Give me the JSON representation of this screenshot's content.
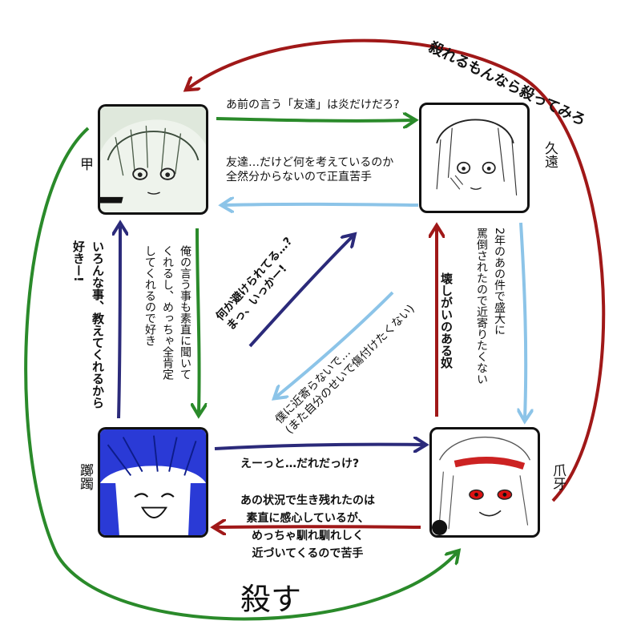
{
  "characters": {
    "kou": {
      "name": "甲"
    },
    "kuon": {
      "name": "久遠"
    },
    "sousa": {
      "name": "爪牙"
    },
    "tekichoku": {
      "name": "躑躅"
    }
  },
  "relations": {
    "sousa_to_kou_title": "殺れるもんなら殺ってみろ",
    "kou_to_kuon": "あ前の言う「友達」は炎だけだろ?",
    "kuon_to_kou": "友達…だけど何を考えているのか\n全然分からないので正直苦手",
    "kuon_to_sousa": "2年のあの件で盛大に\n罵倒されたので近寄りたくない",
    "kou_to_tekichoku": "俺の言う事も素直に聞いて\nくれるし、めっちゃ全肯定\nしてくれるので好き",
    "tekichoku_to_kou": "いろんな事、教えてくれるから\n好きー!",
    "tekichoku_to_kuon": "何か避けられてる…?\nまっ、いっかー!",
    "kuon_to_tekichoku": "僕に近寄らないで…\n(また自分のせいで傷付けたくない)",
    "sousa_to_kuon": "壊しがいのある奴",
    "tekichoku_to_sousa": "えーっと…だれだっけ?",
    "sousa_to_tekichoku": "あの状況で生き残れたのは\n素直に感心しているが、\nめっちゃ馴れ馴れしく\n近づいてくるので苦手",
    "kou_to_sousa": "殺す"
  },
  "colors": {
    "green": "#2a8a2a",
    "red": "#a01818",
    "blue": "#8cc4e8",
    "navy": "#2b2a7a",
    "hair_blue": "#2a3ad6"
  }
}
